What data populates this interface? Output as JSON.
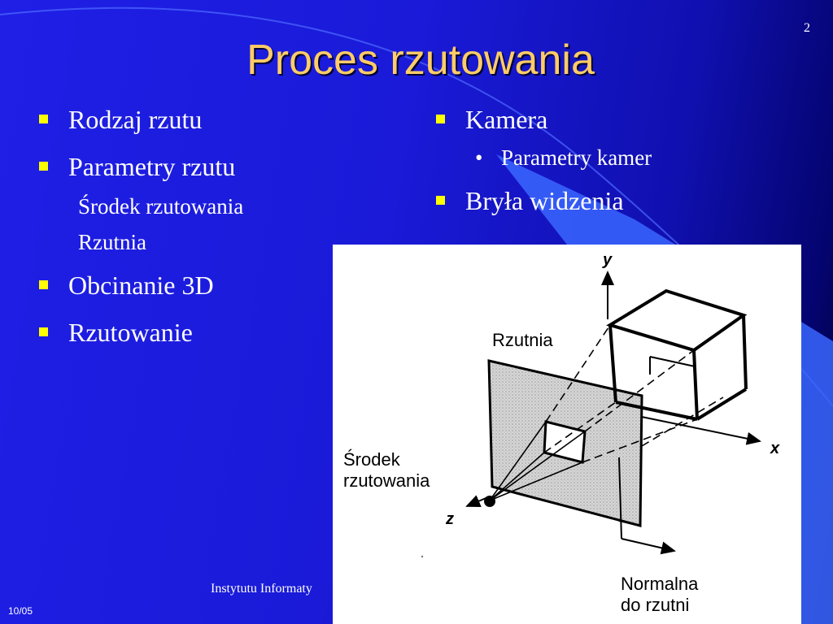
{
  "slide": {
    "number": "2",
    "title": "Proces rzutowania",
    "left_items": [
      {
        "label": "Rodzaj rzutu"
      },
      {
        "label": "Parametry rzutu",
        "sub": [
          "Środek rzutowania",
          "Rzutnia"
        ]
      },
      {
        "label": "Obcinanie 3D"
      },
      {
        "label": "Rzutowanie"
      }
    ],
    "right_items": [
      {
        "label": "Kamera",
        "sub": [
          "Parametry kamer"
        ]
      },
      {
        "label": "Bryła widzenia"
      }
    ],
    "figure": {
      "label_y": "y",
      "label_x": "x",
      "label_z": "z",
      "label_rzutnia": "Rzutnia",
      "label_srodek": "Środek\nrzutowania",
      "label_normalna": "Normalna\ndo rzutni"
    },
    "footer_institute": "Instytutu Informaty",
    "footer_date": "10/05",
    "colors": {
      "background": "#1f1fe6",
      "title": "#ffcc66",
      "bullet": "#ffff00",
      "accent_stripe": "#3a66ff"
    }
  }
}
